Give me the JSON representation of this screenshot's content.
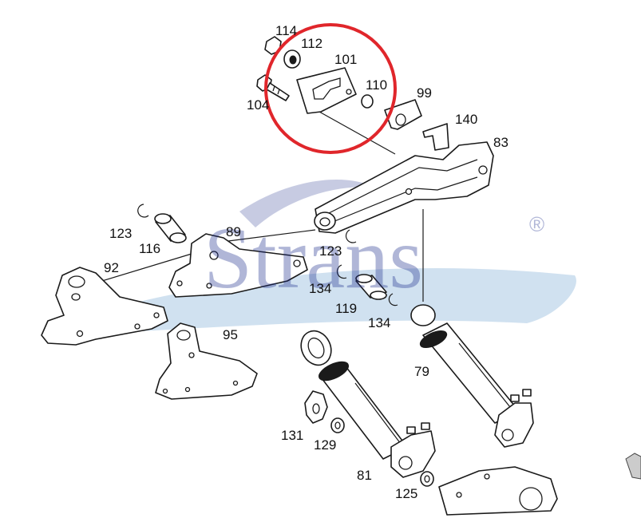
{
  "watermark": {
    "text": "Strans",
    "registered": "®",
    "color": "#1e2f8c"
  },
  "highlight": {
    "color": "#e0262b"
  },
  "callouts": {
    "c114": "114",
    "c112": "112",
    "c101": "101",
    "c110": "110",
    "c104": "104",
    "c99": "99",
    "c140": "140",
    "c83": "83",
    "c123a": "123",
    "c116": "116",
    "c89": "89",
    "c123b": "123",
    "c92": "92",
    "c134a": "134",
    "c119": "119",
    "c134b": "134",
    "c95": "95",
    "c79": "79",
    "c131": "131",
    "c129": "129",
    "c81": "81",
    "c125": "125"
  }
}
